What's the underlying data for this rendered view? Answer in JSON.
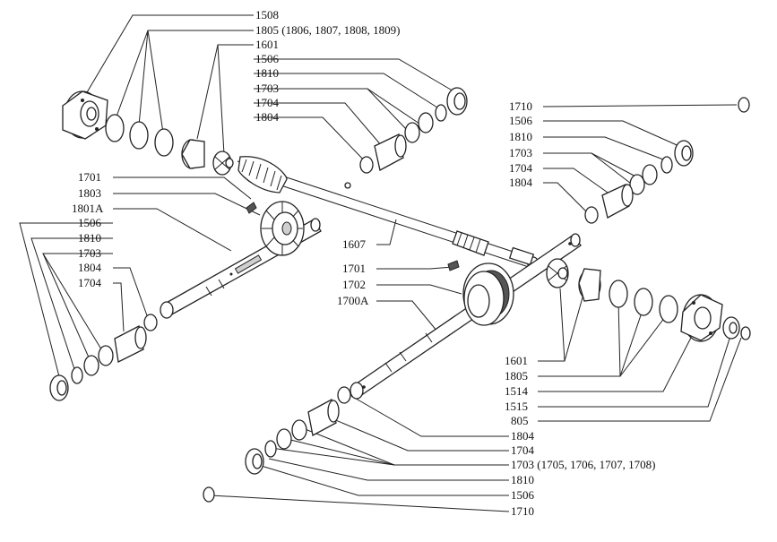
{
  "labels": [
    {
      "id": "l1508",
      "text": "1508"
    },
    {
      "id": "l1805a",
      "text": "1805 (1806, 1807, 1808, 1809)"
    },
    {
      "id": "l1601a",
      "text": "1601"
    },
    {
      "id": "l1506a",
      "text": "1506"
    },
    {
      "id": "l1810a",
      "text": "1810"
    },
    {
      "id": "l1703a",
      "text": "1703"
    },
    {
      "id": "l1704a",
      "text": "1704"
    },
    {
      "id": "l1804a",
      "text": "1804"
    },
    {
      "id": "l1710a",
      "text": "1710"
    },
    {
      "id": "l1506b",
      "text": "1506"
    },
    {
      "id": "l1810b",
      "text": "1810"
    },
    {
      "id": "l1703b",
      "text": "1703"
    },
    {
      "id": "l1704b",
      "text": "1704"
    },
    {
      "id": "l1804b",
      "text": "1804"
    },
    {
      "id": "l1701a",
      "text": "1701"
    },
    {
      "id": "l1803",
      "text": "1803"
    },
    {
      "id": "l1801A",
      "text": "1801A"
    },
    {
      "id": "l1506c",
      "text": "1506"
    },
    {
      "id": "l1810c",
      "text": "1810"
    },
    {
      "id": "l1703c",
      "text": "1703"
    },
    {
      "id": "l1804c",
      "text": "1804"
    },
    {
      "id": "l1704c",
      "text": "1704"
    },
    {
      "id": "l1607",
      "text": "1607"
    },
    {
      "id": "l1701b",
      "text": "1701"
    },
    {
      "id": "l1702",
      "text": "1702"
    },
    {
      "id": "l1700A",
      "text": "1700A"
    },
    {
      "id": "l1601b",
      "text": "1601"
    },
    {
      "id": "l1805b",
      "text": "1805"
    },
    {
      "id": "l1514",
      "text": "1514"
    },
    {
      "id": "l1515",
      "text": "1515"
    },
    {
      "id": "l805",
      "text": "805"
    },
    {
      "id": "l1804d",
      "text": "1804"
    },
    {
      "id": "l1704d",
      "text": "1704"
    },
    {
      "id": "l1703d",
      "text": "1703 (1705, 1706, 1707, 1708)"
    },
    {
      "id": "l1810d",
      "text": "1810"
    },
    {
      "id": "l1506d",
      "text": "1506"
    },
    {
      "id": "l1710b",
      "text": "1710"
    }
  ]
}
